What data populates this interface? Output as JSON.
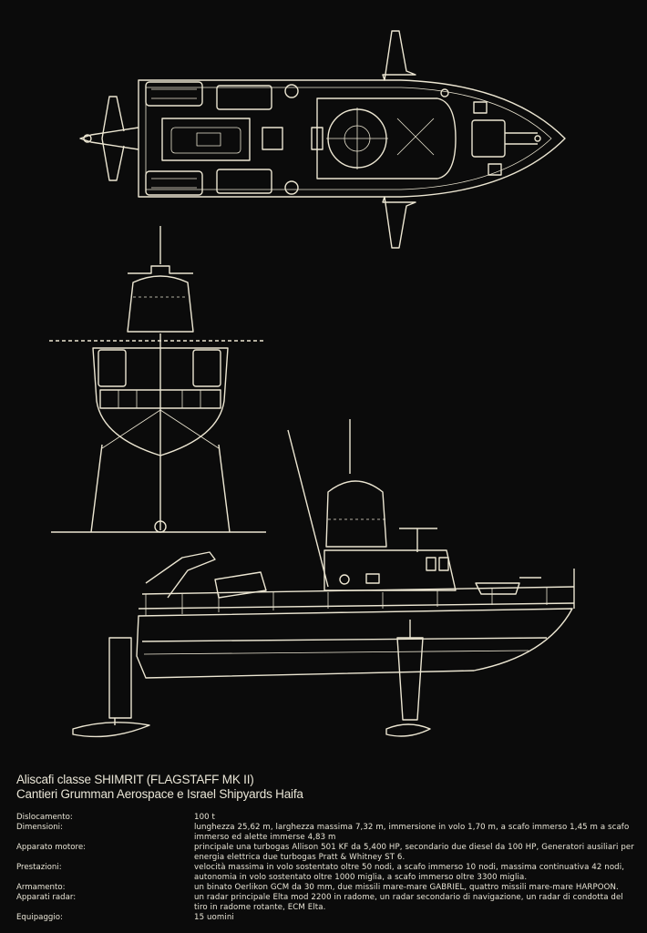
{
  "title_line1": "Aliscafi classe SHIMRIT (FLAGSTAFF MK II)",
  "title_line2": "Cantieri Grumman Aerospace e Israel Shipyards Haifa",
  "specs": [
    {
      "label": "Dislocamento:",
      "value": "100 t"
    },
    {
      "label": "Dimensioni:",
      "value": "lunghezza 25,62 m, larghezza massima 7,32 m, immersione in volo 1,70 m, a scafo immerso 1,45 m a scafo immerso ed alette immerse 4,83 m"
    },
    {
      "label": "Apparato motore:",
      "value": "principale una turbogas Allison 501 KF da 5,400 HP, secondario due diesel da 100 HP, Generatori ausiliari per energia elettrica due turbogas Pratt & Whitney ST 6."
    },
    {
      "label": "Prestazioni:",
      "value": "velocità massima in volo sostentato oltre 50 nodi, a scafo immerso 10 nodi, massima continuativa 42 nodi, autonomia in volo sostentato oltre 1000 miglia, a scafo immerso oltre 3300 miglia."
    },
    {
      "label": "Armamento:",
      "value": "un binato Oerlikon GCM da 30 mm, due missili mare-mare GABRIEL, quattro missili mare-mare HARPOON."
    },
    {
      "label": "Apparati radar:",
      "value": "un radar principale Elta mod 2200 in radome, un radar secondario di navigazione, un radar di condotta del tiro in radome rotante, ECM Elta."
    },
    {
      "label": "Equipaggio:",
      "value": "15 uomini"
    }
  ]
}
